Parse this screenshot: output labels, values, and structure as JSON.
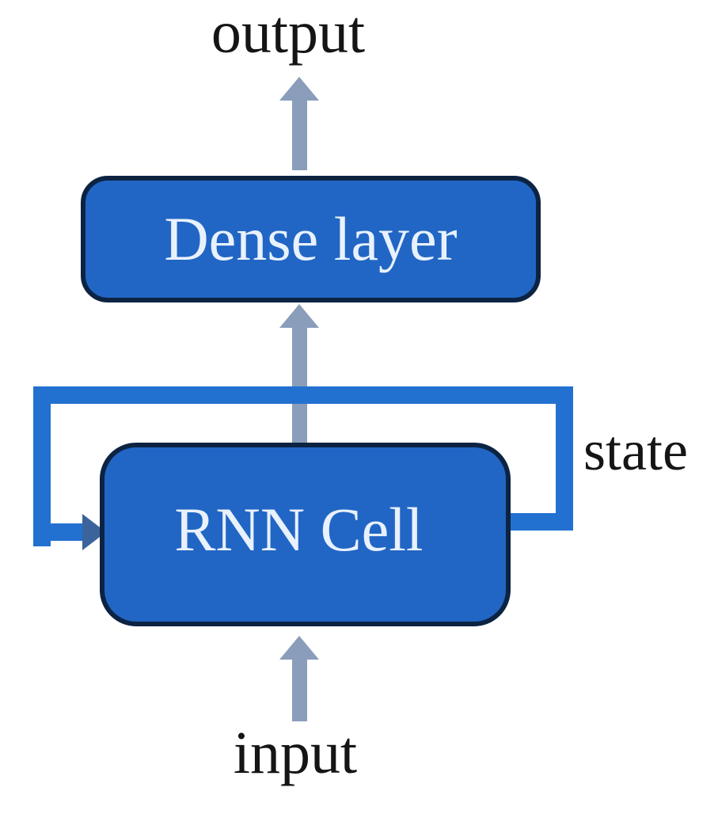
{
  "diagram": {
    "type": "neural-network-block-diagram",
    "labels": {
      "output": "output",
      "input": "input",
      "state": "state"
    },
    "nodes": [
      {
        "id": "dense",
        "label": "Dense layer"
      },
      {
        "id": "rnn",
        "label": "RNN Cell"
      }
    ],
    "edges": [
      {
        "from": "input",
        "to": "RNN Cell",
        "style": "gray-arrow"
      },
      {
        "from": "RNN Cell",
        "to": "Dense layer",
        "style": "gray-arrow"
      },
      {
        "from": "Dense layer",
        "to": "output",
        "style": "gray-arrow"
      },
      {
        "from": "RNN Cell",
        "to": "RNN Cell",
        "label": "state",
        "style": "blue-feedback-loop"
      }
    ]
  },
  "colors": {
    "background": "#ffffff",
    "node_fill": "#2166c4",
    "node_border": "#0c2342",
    "node_text": "#e8f1fc",
    "loop_blue": "#2271d0",
    "loop_arrowhead": "#3c649c",
    "arrow_gray": "#8a9dba",
    "label_text": "#151515"
  }
}
